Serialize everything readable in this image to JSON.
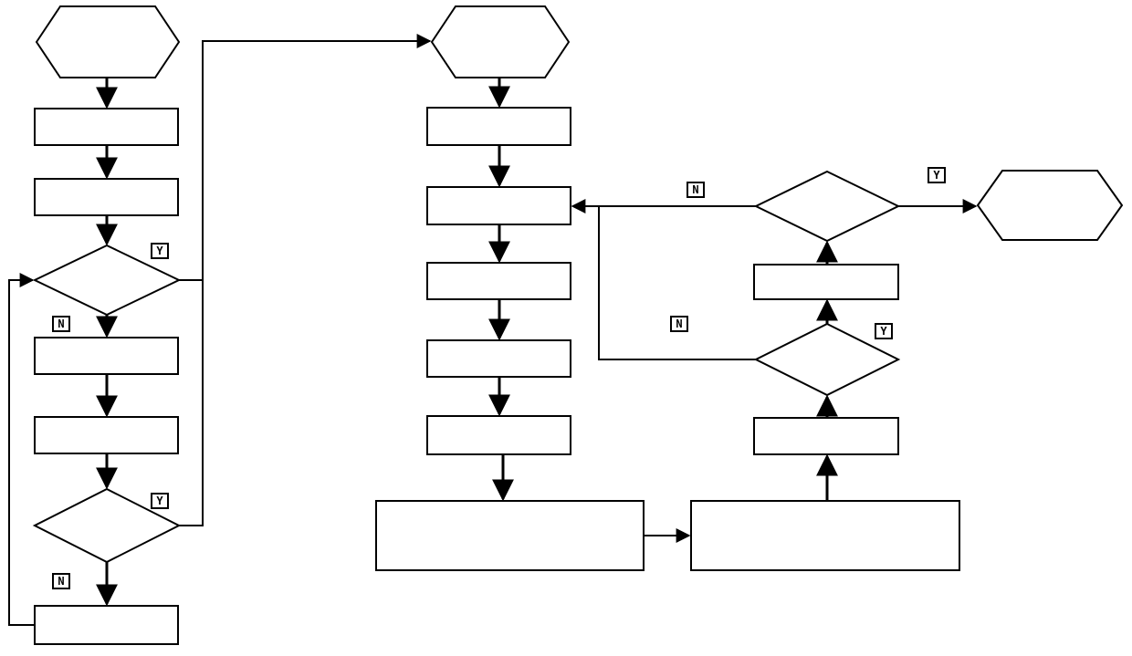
{
  "theme": {
    "stroke": "#000000",
    "fill": "#ffffff",
    "text": "#000000"
  },
  "genetic": {
    "start": "",
    "init_population": "",
    "fitness_1": "",
    "check_threshold_1": "",
    "selection_crossover": "",
    "fitness_2": "",
    "check_threshold_2": "",
    "mutation": ""
  },
  "bp": {
    "start": "",
    "init_weights": "",
    "input_samples": "",
    "hidden_output": "",
    "output_layer_output": "",
    "output_error": "",
    "adjust_hidden_to_output": "",
    "adjust_input_to_hidden": "",
    "update_input_pattern": "",
    "all_patterns_trained": "",
    "update_iteration_count": "",
    "error_below_threshold": "",
    "end": ""
  },
  "tags": {
    "yes_1": "Y",
    "no_1": "N",
    "yes_2": "Y",
    "no_2": "N",
    "yes_3": "Y",
    "no_3": "N",
    "yes_4": "Y",
    "no_4": "N"
  }
}
